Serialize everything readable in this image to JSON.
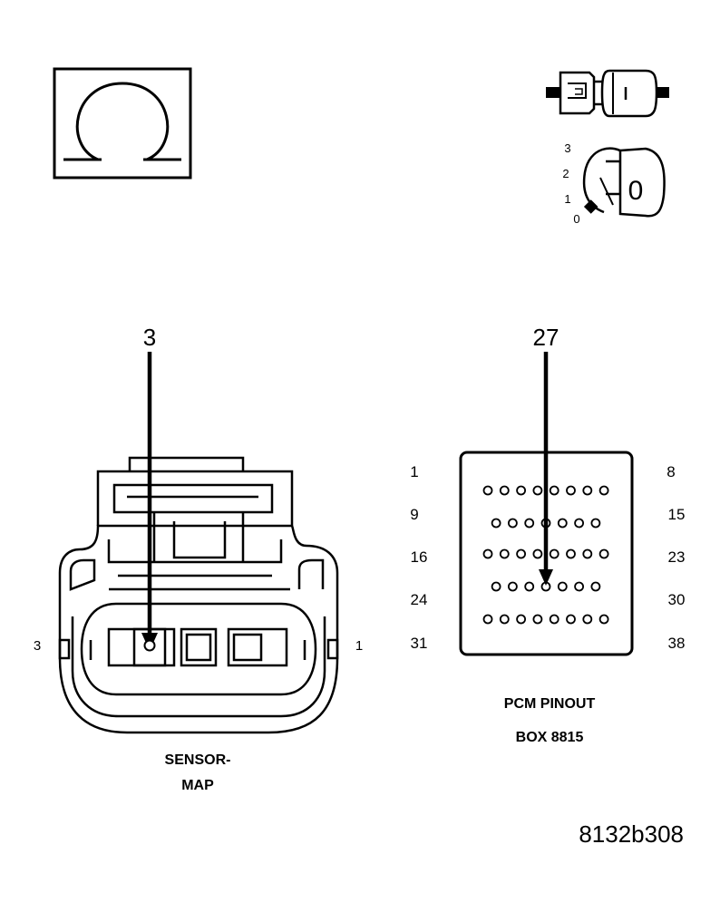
{
  "symbols": {
    "ohm_icon": "ohm-meter-icon",
    "connector_icon": "disconnected-connector-icon",
    "ignition_icon": "ignition-key-icon"
  },
  "ignition": {
    "positions": [
      "3",
      "2",
      "1",
      "0"
    ],
    "key_label": "0"
  },
  "sensor": {
    "probe_pin": "3",
    "left_pin_label": "3",
    "right_pin_label": "1",
    "caption_line1": "SENSOR-",
    "caption_line2": "MAP"
  },
  "pcm": {
    "probe_pin": "27",
    "row_start_labels": [
      "1",
      "9",
      "16",
      "24",
      "31"
    ],
    "row_end_labels": [
      "8",
      "15",
      "23",
      "30",
      "38"
    ],
    "row_pin_counts": [
      8,
      7,
      8,
      7,
      8
    ],
    "caption_line1": "PCM PINOUT",
    "caption_line2": "BOX 8815"
  },
  "reference_code": "8132b308"
}
